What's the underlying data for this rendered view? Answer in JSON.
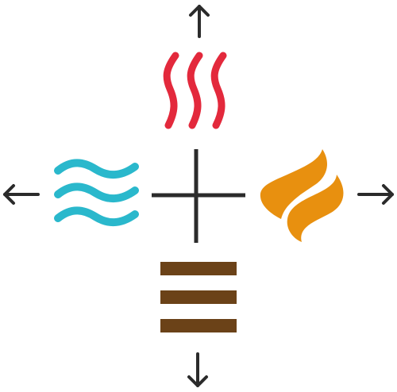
{
  "colors": {
    "background": "#ffffff",
    "axis": "#2b2b2b",
    "heat_waves": "#e3293c",
    "water_waves": "#2ab8cc",
    "flame": "#e8900f",
    "earth_bars": "#6b4218"
  },
  "icons": {
    "top": "heat-waves-icon",
    "left": "water-waves-icon",
    "right": "flame-icon",
    "bottom": "earth-layers-icon",
    "center": "cross-icon"
  },
  "arrows": [
    "up",
    "left",
    "right",
    "down"
  ]
}
